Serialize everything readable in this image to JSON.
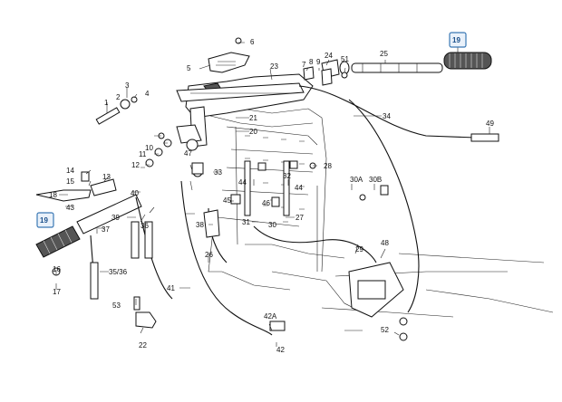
{
  "highlight_color": "#3a78b5",
  "highlighted_parts": [
    "19",
    "19"
  ],
  "labels": {
    "p1": "1",
    "p2": "2",
    "p3": "3",
    "p4": "4",
    "p5": "5",
    "p6": "6",
    "p7": "7",
    "p8": "8",
    "p9": "9",
    "p10": "10",
    "p11": "11",
    "p12": "12",
    "p13": "13",
    "p14": "14",
    "p15": "15",
    "p16": "16",
    "p17": "17",
    "p18": "18",
    "p19a": "19",
    "p19b": "19",
    "p20": "20",
    "p21": "21",
    "p22": "22",
    "p23": "23",
    "p24": "24",
    "p25": "25",
    "p26": "26",
    "p27": "27",
    "p28": "28",
    "p29": "29",
    "p30": "30",
    "p30a": "30A",
    "p30b": "30B",
    "p31": "31",
    "p32": "32",
    "p33": "33",
    "p34": "34",
    "p35_36": "35/36",
    "p36": "36",
    "p37": "37",
    "p38": "38",
    "p39": "39",
    "p40": "40",
    "p41": "41",
    "p42": "42",
    "p42a": "42A",
    "p43": "43",
    "p44a": "44",
    "p44b": "44",
    "p45": "45",
    "p46": "46",
    "p47": "47",
    "p48": "48",
    "p49": "49",
    "p51": "51",
    "p52": "52",
    "p53": "53"
  }
}
